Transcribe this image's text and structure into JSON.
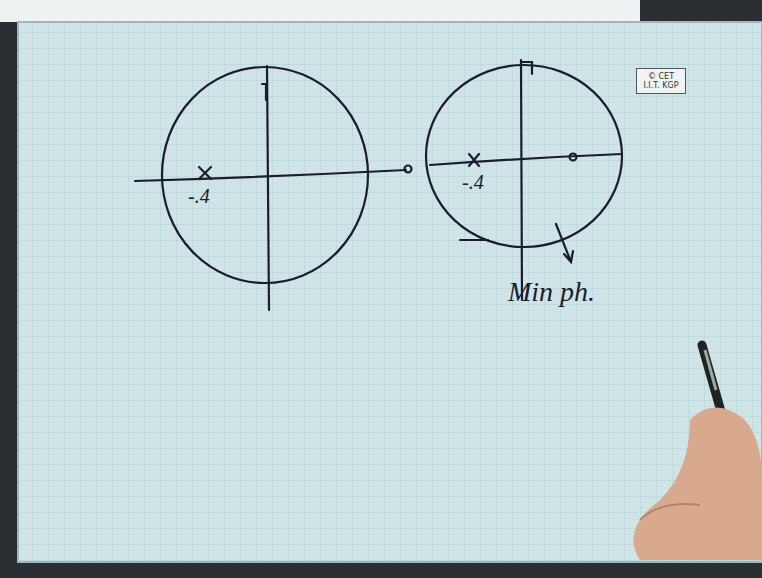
{
  "diagram": {
    "nodes": [
      {
        "text": [
          "© CET I.I.T. KGP"
        ]
      }
    ],
    "labels": [
      "-.4",
      "-.4",
      "Min ph."
    ]
  }
}
